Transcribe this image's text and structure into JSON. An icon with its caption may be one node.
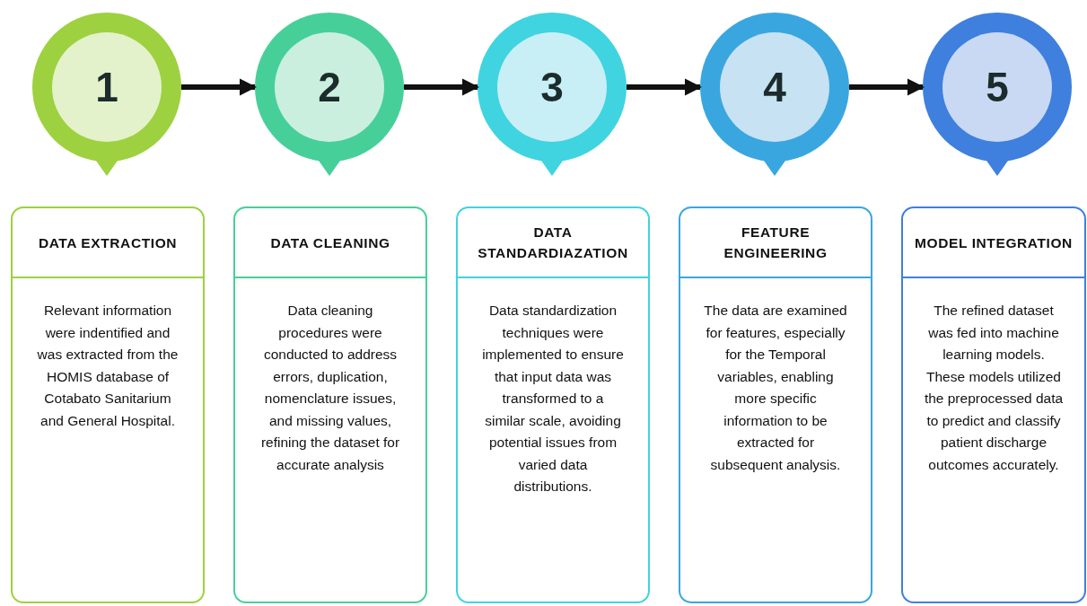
{
  "diagram": {
    "nodes": [
      {
        "text": [
          "1"
        ]
      },
      {
        "text": [
          "2"
        ]
      },
      {
        "text": [
          "3"
        ]
      },
      {
        "text": [
          "4"
        ]
      },
      {
        "text": [
          "5"
        ]
      },
      {
        "text": [
          "DATA EXTRACTION",
          "Relevant information were indentified and was extracted from the HOMIS database of Cotabato Sanitarium and General Hospital."
        ]
      },
      {
        "text": [
          "DATA CLEANING",
          "Data cleaning procedures were conducted to address errors, duplication, nomenclature issues, and missing values, refining the dataset for accurate analysis"
        ]
      },
      {
        "text": [
          "DATA STANDARDIAZATION",
          "Data standardization techniques were implemented to ensure that input data was transformed to a similar scale, avoiding potential issues from varied data distributions."
        ]
      },
      {
        "text": [
          "FEATURE ENGINEERING",
          "The data are examined for features, especially for the Temporal variables, enabling more specific information to be extracted for subsequent analysis."
        ]
      },
      {
        "text": [
          "MODEL INTEGRATION",
          "The refined dataset was fed into machine learning models. These models utilized the preprocessed data to predict and classify patient discharge outcomes accurately."
        ]
      }
    ],
    "edges": [
      {
        "from": 0,
        "to": 1,
        "arrow": "to"
      },
      {
        "from": 1,
        "to": 2,
        "arrow": "to"
      },
      {
        "from": 2,
        "to": 3,
        "arrow": "to"
      },
      {
        "from": 3,
        "to": 4,
        "arrow": "to"
      }
    ]
  }
}
